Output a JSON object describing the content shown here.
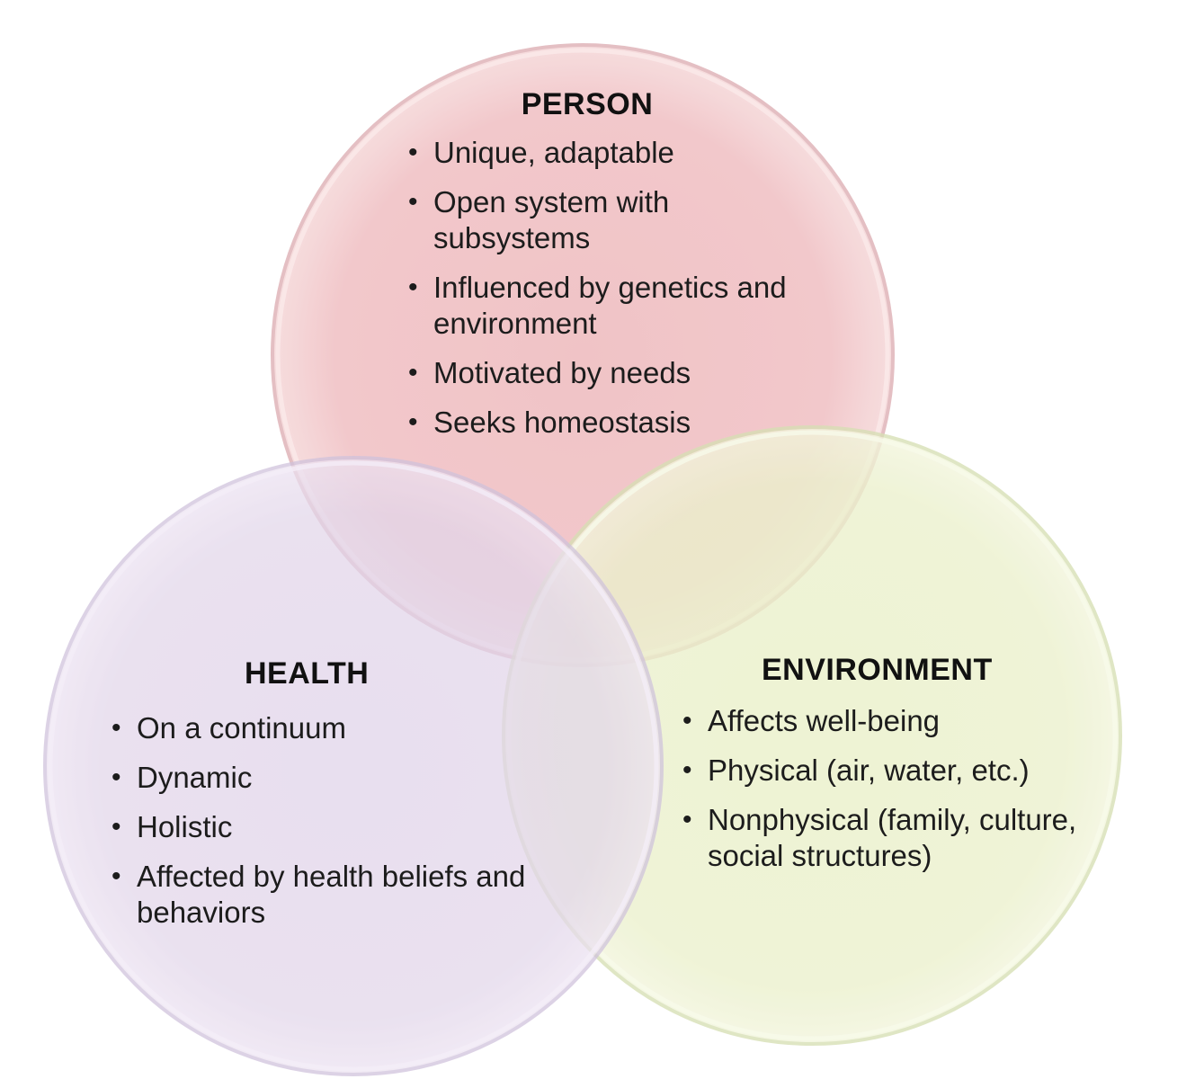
{
  "diagram": {
    "circles": [
      {
        "id": "person",
        "title": "PERSON",
        "color": "#f2c6c9",
        "items": [
          "Unique, adaptable",
          "Open system with subsystems",
          "Influenced by genetics and environment",
          "Motivated by needs",
          "Seeks homeostasis"
        ]
      },
      {
        "id": "health",
        "title": "HEALTH",
        "color": "#e2d6ea",
        "items": [
          "On a continuum",
          "Dynamic",
          "Holistic",
          "Affected by health beliefs and behaviors"
        ]
      },
      {
        "id": "environment",
        "title": "ENVIRONMENT",
        "color": "#ebf0cc",
        "items": [
          "Affects well-being",
          "Physical (air, water, etc.)",
          "Nonphysical (family, culture, social structures)"
        ]
      }
    ]
  }
}
